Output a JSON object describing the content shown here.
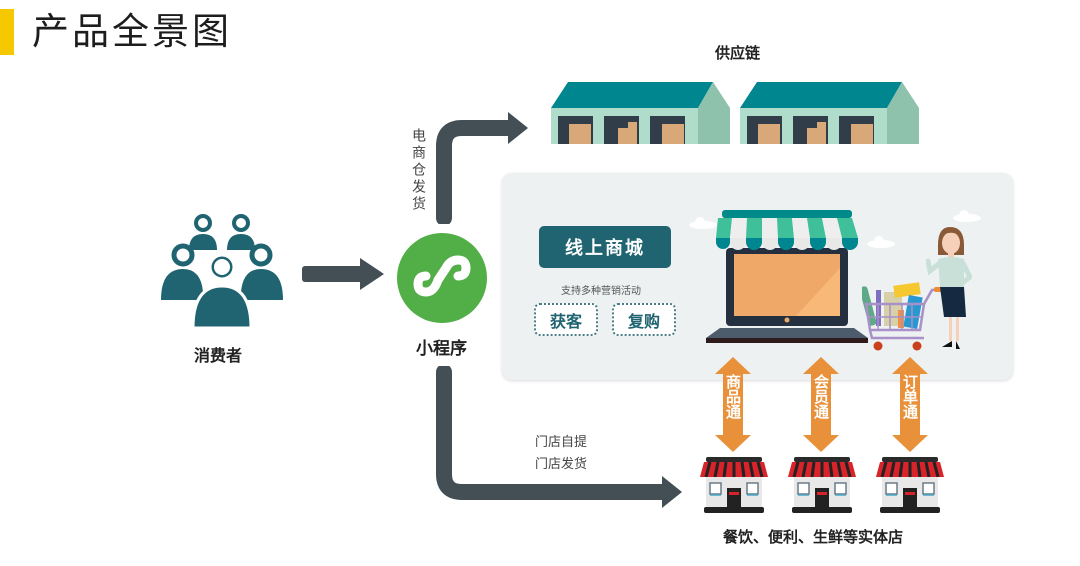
{
  "page": {
    "title": "产品全景图"
  },
  "nodes": {
    "consumer": {
      "label": "消费者"
    },
    "miniprogram": {
      "label": "小程序"
    },
    "supply_chain": {
      "label": "供应链"
    },
    "stores": {
      "label": "餐饮、便利、生鲜等实体店"
    }
  },
  "flows": {
    "to_supply": {
      "label": "电商仓发货"
    },
    "to_store": {
      "lines": [
        "门店自提",
        "门店发货"
      ]
    }
  },
  "online_mall": {
    "title": "线上商城",
    "subtitle": "支持多种营销活动",
    "tags": [
      "获客",
      "复购"
    ]
  },
  "connectors": [
    {
      "label": "商品通"
    },
    {
      "label": "会员通"
    },
    {
      "label": "订单通"
    }
  ],
  "colors": {
    "accent_yellow": "#f5c800",
    "teal_dark": "#1f6470",
    "arrow_gray": "#434f55",
    "miniprogram_green": "#52ae47",
    "connector_orange": "#e8913a",
    "panel_bg": "#edf1f2",
    "awning_red": "#d8232a"
  }
}
